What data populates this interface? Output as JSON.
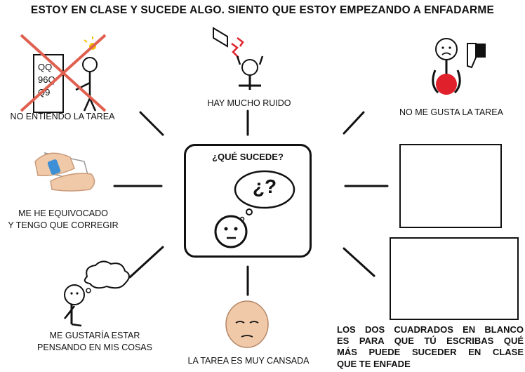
{
  "title": "ESTOY EN CLASE Y SUCEDE ALGO. SIENTO QUE ESTOY EMPEZANDO A ENFADARME",
  "center": {
    "title": "¿QUÉ SUCEDE?",
    "thought": "¿?"
  },
  "items": {
    "no_entiendo": "NO ENTIENDO LA TAREA",
    "ruido": "HAY MUCHO RUIDO",
    "no_gusta": "NO ME GUSTA LA TAREA",
    "equivocado_1": "ME HE EQUIVOCADO",
    "equivocado_2": "Y TENGO QUE CORREGIR",
    "pensando_1": "ME GUSTARÍA ESTAR",
    "pensando_2": "PENSANDO EN MIS COSAS",
    "cansada": "LA TAREA ES MUY CANSADA"
  },
  "note_lines": [
    "LOS DOS CUADRADOS EN BLANCO",
    "ES PARA QUE TÚ ESCRIBAS QUÉ",
    "MÁS PUEDE SUCEDER EN CLASE",
    "QUE TE ENFADE"
  ],
  "icons": [
    "worksheet-icon",
    "megaphone-icon",
    "thumbs-down-icon",
    "eraser-icon",
    "thought-bubble-icon",
    "tired-face-icon"
  ],
  "colors": {
    "cross": "#e06050",
    "ink": "#111111",
    "bulb": "#f2c200",
    "eraser": "#3d8fd6",
    "ball": "#e0212c",
    "skin": "#f0c9a8"
  }
}
